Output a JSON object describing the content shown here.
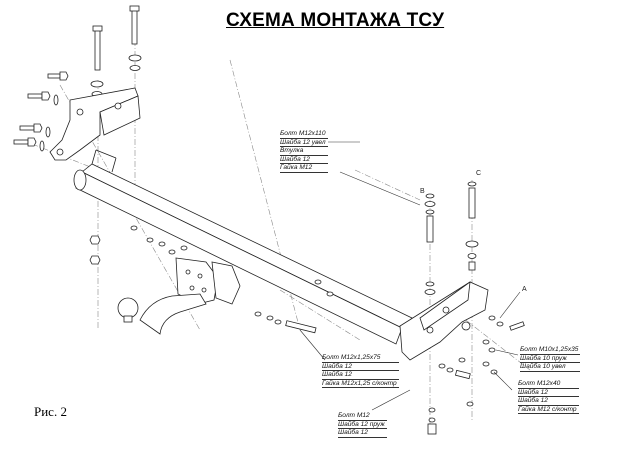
{
  "title": "СХЕМА МОНТАЖА ТСУ",
  "figure_label": "Рис. 2",
  "points": {
    "A": "A",
    "B": "B",
    "C": "C"
  },
  "callouts": {
    "top_kit": [
      "Болт М12х110",
      "Шайба 12 увел",
      "Втулка",
      "Шайба 12",
      "Гайка М12"
    ],
    "a_kit_1": [
      "Болт М10х1,25х35",
      "Шайба 10 пруж",
      "Шайба 10 увел"
    ],
    "a_kit_2": [
      "Болт М12х40",
      "Шайба 12",
      "Шайба 12",
      "Гайка М12 с/контр"
    ],
    "center_kit": [
      "Болт М12х1,25х75",
      "Шайба 12",
      "Шайба 12",
      "Гайка М12х1,25 с/контр"
    ],
    "bottom_kit": [
      "Болт М12",
      "Шайба 12 пруж",
      "Шайба 12"
    ]
  }
}
